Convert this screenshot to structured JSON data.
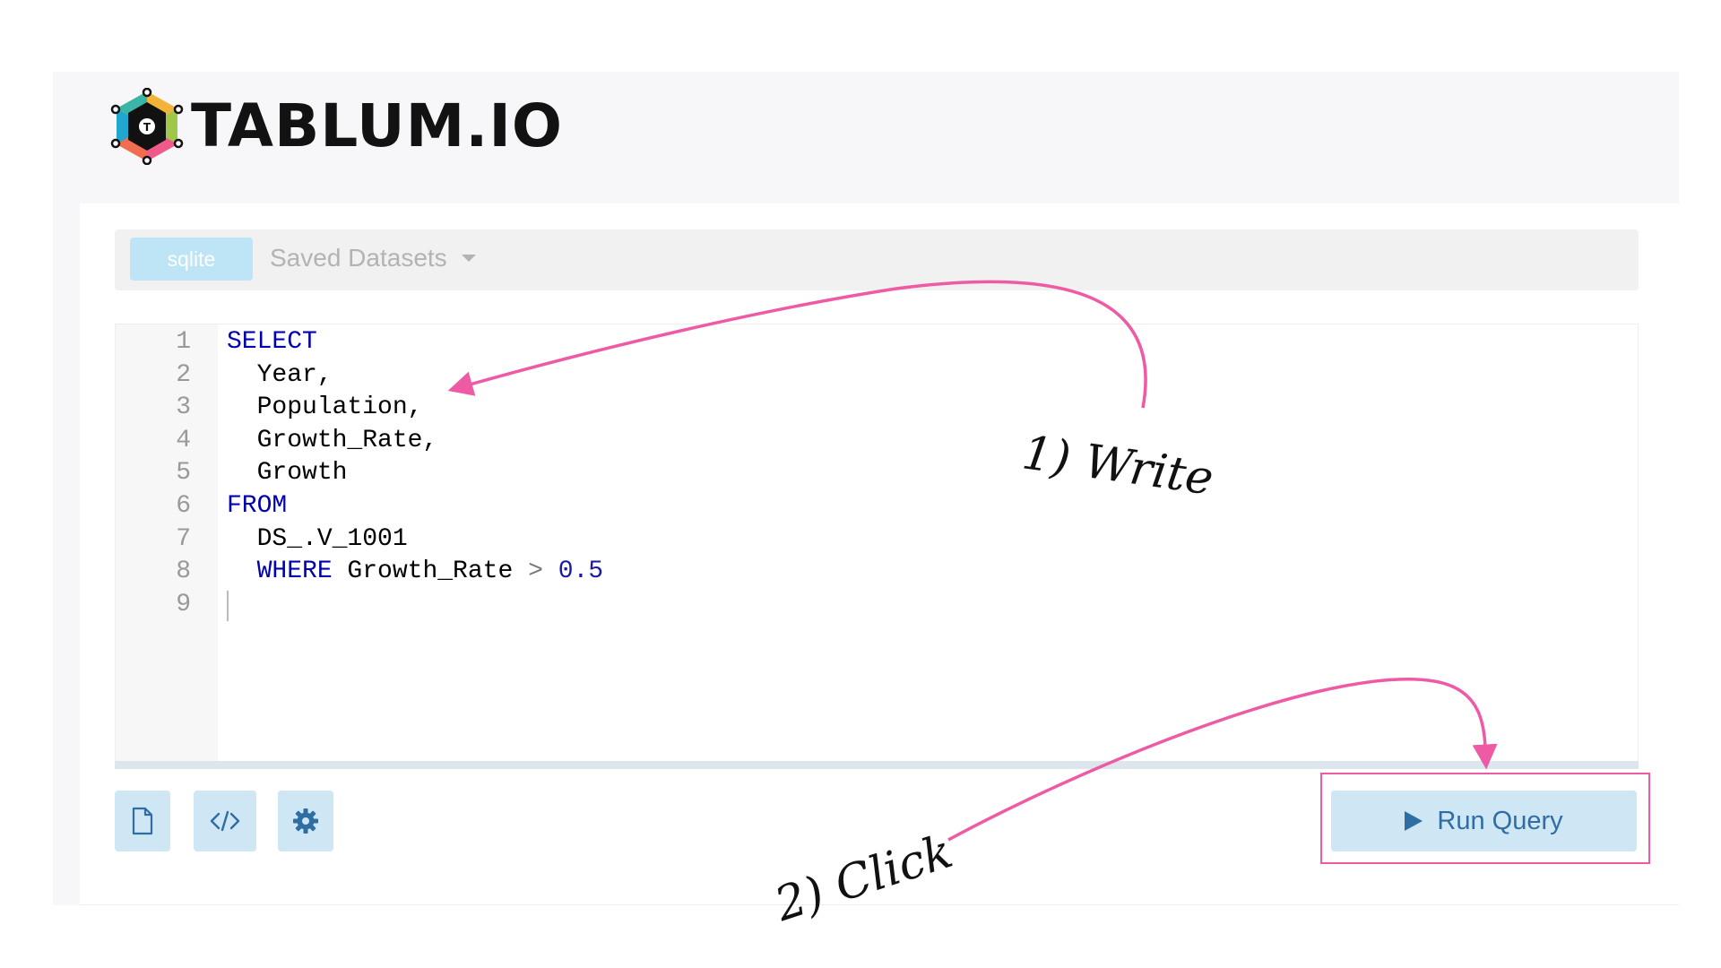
{
  "app": {
    "logo_text": "TABLUM.IO",
    "logo_icon": "hexagon-network-logo-icon"
  },
  "toolbar": {
    "db_button_label": "sqlite",
    "saved_datasets_label": "Saved Datasets",
    "saved_datasets_icon": "caret-down-icon"
  },
  "editor": {
    "lines": [
      {
        "number": "1",
        "tokens": [
          {
            "text": "SELECT",
            "kind": "keyword"
          }
        ]
      },
      {
        "number": "2",
        "tokens": [
          {
            "text": "  Year,",
            "kind": "text"
          }
        ]
      },
      {
        "number": "3",
        "tokens": [
          {
            "text": "  Population,",
            "kind": "text"
          }
        ]
      },
      {
        "number": "4",
        "tokens": [
          {
            "text": "  Growth_Rate,",
            "kind": "text"
          }
        ]
      },
      {
        "number": "5",
        "tokens": [
          {
            "text": "  Growth",
            "kind": "text"
          }
        ]
      },
      {
        "number": "6",
        "tokens": [
          {
            "text": "FROM",
            "kind": "keyword"
          }
        ]
      },
      {
        "number": "7",
        "tokens": [
          {
            "text": "  DS_.V_1001",
            "kind": "text"
          }
        ]
      },
      {
        "number": "8",
        "tokens": [
          {
            "text": "  ",
            "kind": "text"
          },
          {
            "text": "WHERE",
            "kind": "keyword"
          },
          {
            "text": " Growth_Rate ",
            "kind": "text"
          },
          {
            "text": ">",
            "kind": "operator"
          },
          {
            "text": " ",
            "kind": "text"
          },
          {
            "text": "0.5",
            "kind": "number"
          }
        ]
      },
      {
        "number": "9",
        "tokens": []
      }
    ]
  },
  "actions": {
    "new_file_icon": "file-icon",
    "code_view_icon": "code-icon",
    "settings_icon": "gear-icon",
    "run_query_label": "Run Query",
    "run_query_icon": "play-icon"
  },
  "annotations": {
    "write": "1) Write",
    "click": "2) Click",
    "color": "#ee5aa4"
  }
}
